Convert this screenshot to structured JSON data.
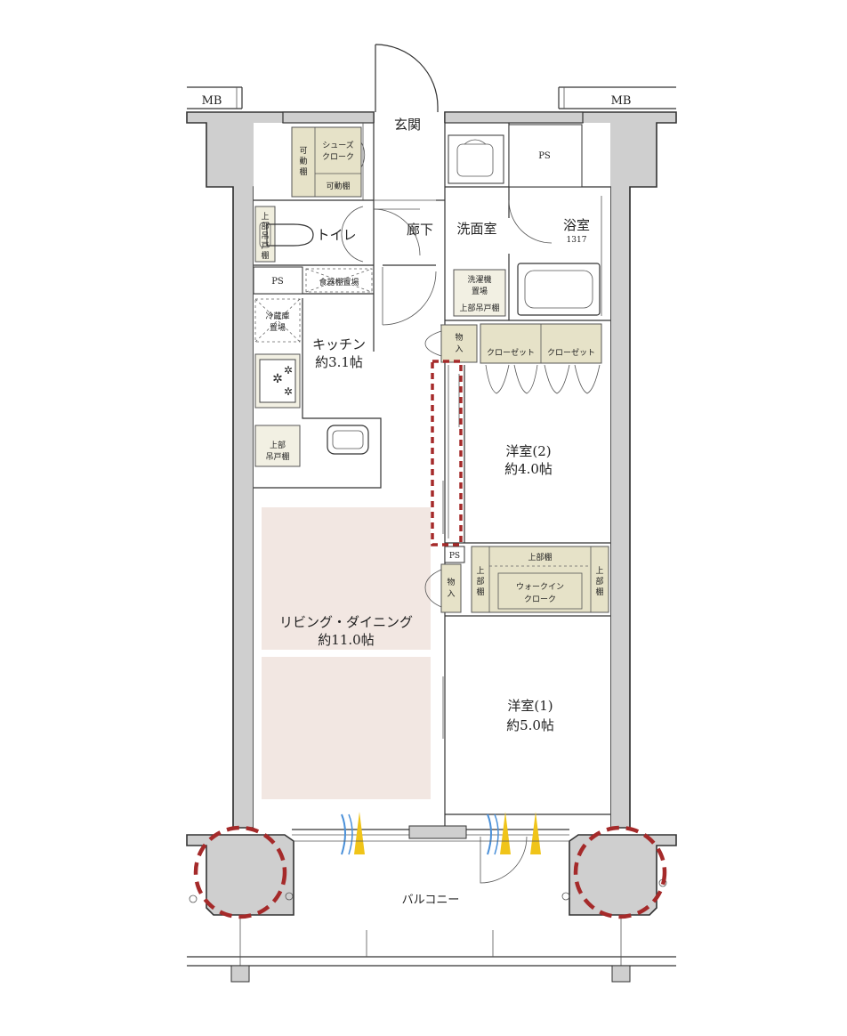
{
  "labels": {
    "mb": "MB",
    "entrance": "玄関",
    "shoe_cloak_l1": "シューズ",
    "shoe_cloak_l2": "クローク",
    "movable_l1": "可",
    "movable_l2": "動",
    "movable_l3": "棚",
    "movable_shelf": "可動棚",
    "ps": "PS",
    "hallway": "廊下",
    "washroom": "洗面室",
    "bathroom": "浴室",
    "bath_size": "1317",
    "toilet": "トイレ",
    "upper_cab_v1": "上",
    "upper_cab_v2": "部",
    "upper_cab_v3": "吊",
    "upper_cab_v4": "戸",
    "upper_cab_v5": "棚",
    "washer_l1": "洗濯機",
    "washer_l2": "置場",
    "upper_cabinet": "上部吊戸棚",
    "dish_shelf": "食器棚置場",
    "fridge_l1": "冷蔵庫",
    "fridge_l2": "置場",
    "kitchen": "キッチン",
    "kitchen_size": "約3.1帖",
    "storage_l1": "物",
    "storage_l2": "入",
    "closet": "クローゼット",
    "upper_l1": "上部",
    "upper_l2": "吊戸棚",
    "western2": "洋室(2)",
    "western2_size": "約4.0帖",
    "upper_shelf": "上部棚",
    "upper_shelf_v1": "上",
    "upper_shelf_v2": "部",
    "upper_shelf_v3": "棚",
    "walkin_l1": "ウォークイン",
    "walkin_l2": "クローク",
    "living": "リビング・ダイニング",
    "living_size": "約11.0帖",
    "western1": "洋室(1)",
    "western1_size": "約5.0帖",
    "balcony": "バルコニー"
  },
  "colors": {
    "wall": "#333333",
    "core": "#cfcfcf",
    "storage": "#e6e2c8",
    "living_floor": "#f2e7e2",
    "highlight": "#a52a2a",
    "vent_blue": "#4a90d9",
    "vent_yellow": "#f0c419"
  }
}
